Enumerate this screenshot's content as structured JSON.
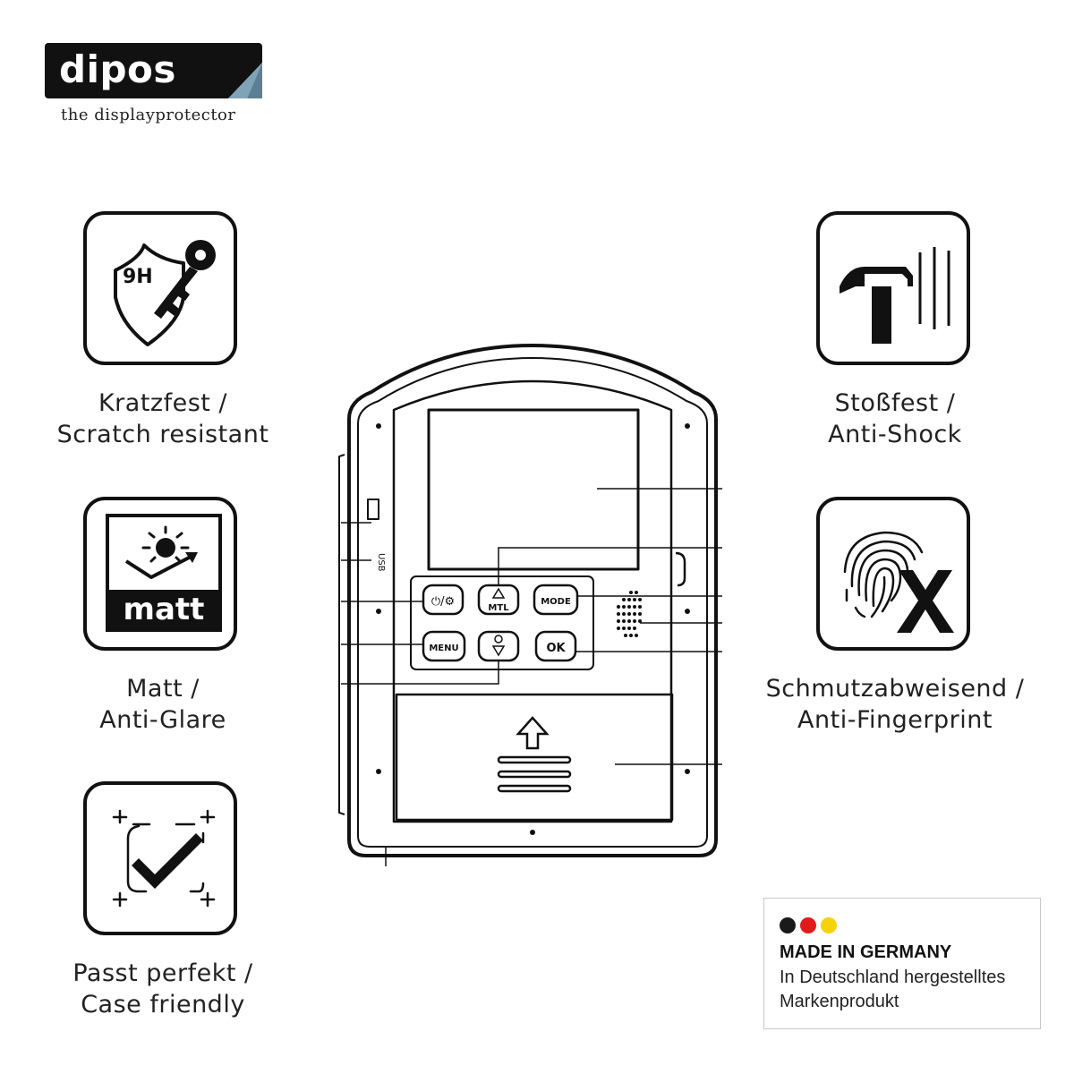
{
  "brand": {
    "name": "dipos",
    "tagline": "the displayprotector"
  },
  "features": [
    {
      "icon": "shield-key-icon",
      "icon_text": "9H",
      "line1": "Kratzfest /",
      "line2": "Scratch resistant"
    },
    {
      "icon": "matt-sun-icon",
      "icon_text": "matt",
      "line1": "Matt /",
      "line2": "Anti-Glare"
    },
    {
      "icon": "checkmark-frame-icon",
      "line1": "Passt perfekt /",
      "line2": "Case friendly"
    },
    {
      "icon": "hammer-icon",
      "line1": "Stoßfest /",
      "line2": "Anti-Shock"
    },
    {
      "icon": "fingerprint-x-icon",
      "line1": "Schmutzabweisend /",
      "line2": "Anti-Fingerprint"
    }
  ],
  "device": {
    "buttons": [
      "MTL",
      "MODE",
      "MENU",
      "OK"
    ],
    "port_label": "USB"
  },
  "made_in": {
    "title": "MADE IN GERMANY",
    "line1": "In Deutschland hergestelltes",
    "line2": "Markenprodukt",
    "colors": [
      "#1a1a1a",
      "#e01b1b",
      "#f5d20a"
    ]
  }
}
